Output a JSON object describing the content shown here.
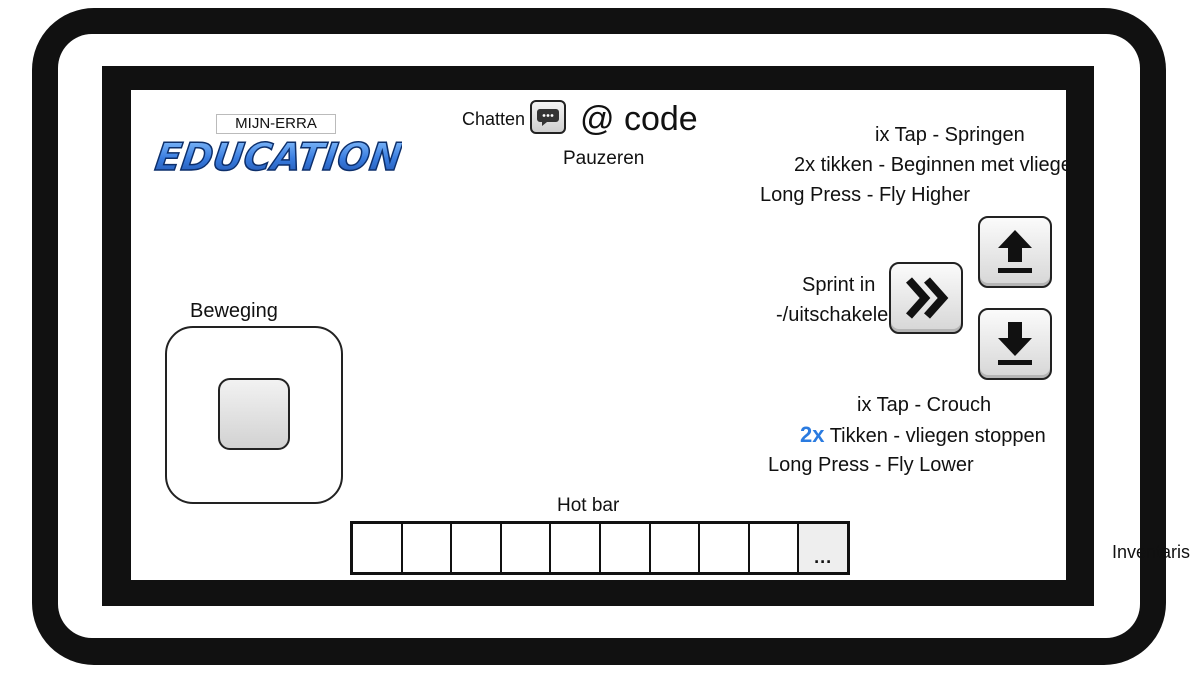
{
  "logo": {
    "top_text": "MIJN-ERRA",
    "word": "EDUCATION"
  },
  "chat": {
    "label": "Chatten",
    "icon": "chat-bubble-icon"
  },
  "code": {
    "label": "@ code"
  },
  "pause": {
    "label": "Pauzeren"
  },
  "jump_hints": [
    "ix Tap - Springen",
    "2x tikken - Beginnen met vliege",
    "Long Press - Fly Higher"
  ],
  "sprint": {
    "line1": "Sprint in",
    "line2": "-/uitschakelen",
    "icon": "double-chevron-icon"
  },
  "up_button": {
    "icon": "arrow-up-icon"
  },
  "down_button": {
    "icon": "arrow-down-icon"
  },
  "crouch_hints": {
    "line1": "ix Tap - Crouch",
    "line2_prefix": "2x",
    "line2_rest": "Tikken - vliegen stoppen",
    "line3": "Long Press - Fly Lower"
  },
  "movement": {
    "label": "Beweging"
  },
  "hotbar": {
    "label": "Hot bar",
    "slot_count": 10,
    "more_label": "..."
  },
  "inventory": {
    "label": "Inventaris"
  },
  "colors": {
    "accent_blue": "#2a7be0",
    "frame": "#111111",
    "logo_blue": "#3a7de0"
  }
}
